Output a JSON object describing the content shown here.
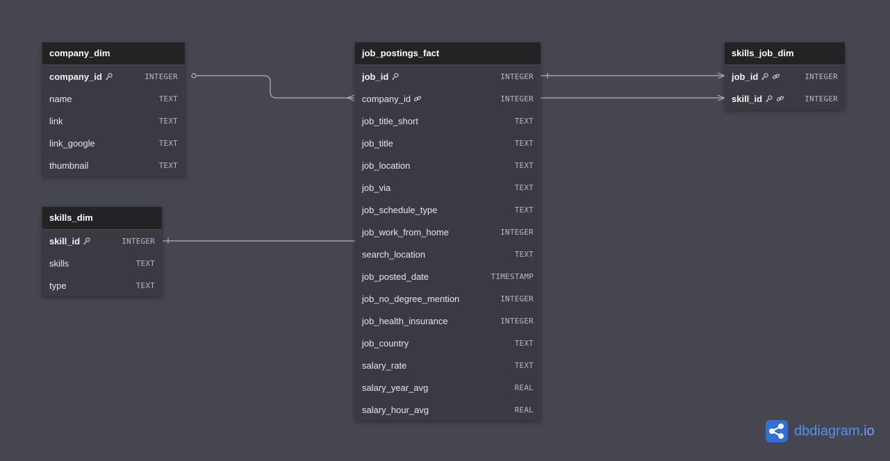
{
  "tables": {
    "company_dim": {
      "title": "company_dim",
      "columns": [
        {
          "name": "company_id",
          "type": "INTEGER"
        },
        {
          "name": "name",
          "type": "TEXT"
        },
        {
          "name": "link",
          "type": "TEXT"
        },
        {
          "name": "link_google",
          "type": "TEXT"
        },
        {
          "name": "thumbnail",
          "type": "TEXT"
        }
      ]
    },
    "skills_dim": {
      "title": "skills_dim",
      "columns": [
        {
          "name": "skill_id",
          "type": "INTEGER"
        },
        {
          "name": "skills",
          "type": "TEXT"
        },
        {
          "name": "type",
          "type": "TEXT"
        }
      ]
    },
    "job_postings_fact": {
      "title": "job_postings_fact",
      "columns": [
        {
          "name": "job_id",
          "type": "INTEGER"
        },
        {
          "name": "company_id",
          "type": "INTEGER"
        },
        {
          "name": "job_title_short",
          "type": "TEXT"
        },
        {
          "name": "job_title",
          "type": "TEXT"
        },
        {
          "name": "job_location",
          "type": "TEXT"
        },
        {
          "name": "job_via",
          "type": "TEXT"
        },
        {
          "name": "job_schedule_type",
          "type": "TEXT"
        },
        {
          "name": "job_work_from_home",
          "type": "INTEGER"
        },
        {
          "name": "search_location",
          "type": "TEXT"
        },
        {
          "name": "job_posted_date",
          "type": "TIMESTAMP"
        },
        {
          "name": "job_no_degree_mention",
          "type": "INTEGER"
        },
        {
          "name": "job_health_insurance",
          "type": "INTEGER"
        },
        {
          "name": "job_country",
          "type": "TEXT"
        },
        {
          "name": "salary_rate",
          "type": "TEXT"
        },
        {
          "name": "salary_year_avg",
          "type": "REAL"
        },
        {
          "name": "salary_hour_avg",
          "type": "REAL"
        }
      ]
    },
    "skills_job_dim": {
      "title": "skills_job_dim",
      "columns": [
        {
          "name": "job_id",
          "type": "INTEGER"
        },
        {
          "name": "skill_id",
          "type": "INTEGER"
        }
      ]
    }
  },
  "icons": {
    "key": "key-icon",
    "link": "link-icon"
  },
  "brand": {
    "name": "dbdiagram",
    "suffix": ".io",
    "color": "#2f6fd6"
  },
  "colors": {
    "background": "#45464f",
    "table_body": "#393a42",
    "table_header": "#232326",
    "connector": "#b4b5bd"
  }
}
